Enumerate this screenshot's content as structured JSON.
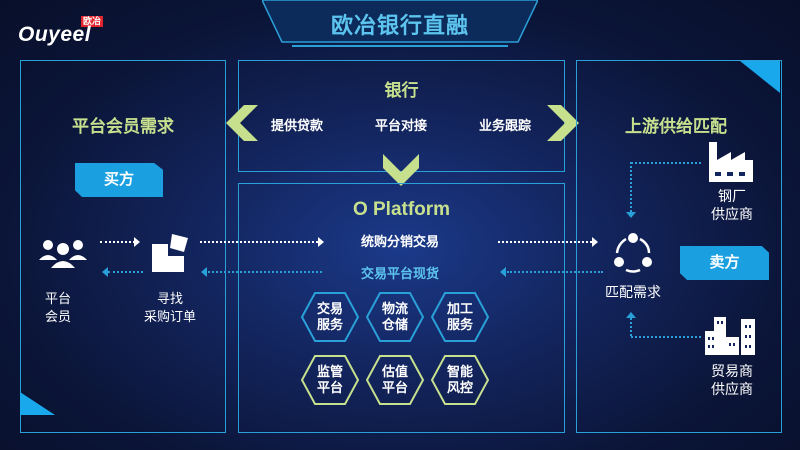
{
  "logo": {
    "text": "Ouyeel",
    "badge": "欧冶"
  },
  "title": "欧冶银行直融",
  "left_panel": {
    "heading": "平台会员需求",
    "tag": "买方",
    "nodes": [
      {
        "icon": "users-icon",
        "label_line1": "平台",
        "label_line2": "会员"
      },
      {
        "icon": "puzzle-icon",
        "label_line1": "寻找",
        "label_line2": "采购订单"
      }
    ]
  },
  "bank_panel": {
    "heading": "银行",
    "items": [
      "提供贷款",
      "平台对接",
      "业务跟踪"
    ]
  },
  "platform_panel": {
    "heading": "O Platform",
    "flow_top": "统购分销交易",
    "flow_bottom": "交易平台现货",
    "services": [
      {
        "line1": "交易",
        "line2": "服务",
        "border": "#2aa0d8"
      },
      {
        "line1": "物流",
        "line2": "仓储",
        "border": "#2aa0d8"
      },
      {
        "line1": "加工",
        "line2": "服务",
        "border": "#2aa0d8"
      },
      {
        "line1": "监管",
        "line2": "平台",
        "border": "#c7e08e"
      },
      {
        "line1": "估值",
        "line2": "平台",
        "border": "#c7e08e"
      },
      {
        "line1": "智能",
        "line2": "风控",
        "border": "#c7e08e"
      }
    ]
  },
  "right_panel": {
    "heading": "上游供给匹配",
    "tag": "卖方",
    "match": "匹配需求",
    "suppliers": [
      {
        "icon": "factory-icon",
        "line1": "钢厂",
        "line2": "供应商"
      },
      {
        "icon": "buildings-icon",
        "line1": "贸易商",
        "line2": "供应商"
      }
    ]
  },
  "colors": {
    "accent_blue": "#2aa0d8",
    "accent_green": "#c7e08e",
    "tag_blue": "#1aa0e0"
  }
}
